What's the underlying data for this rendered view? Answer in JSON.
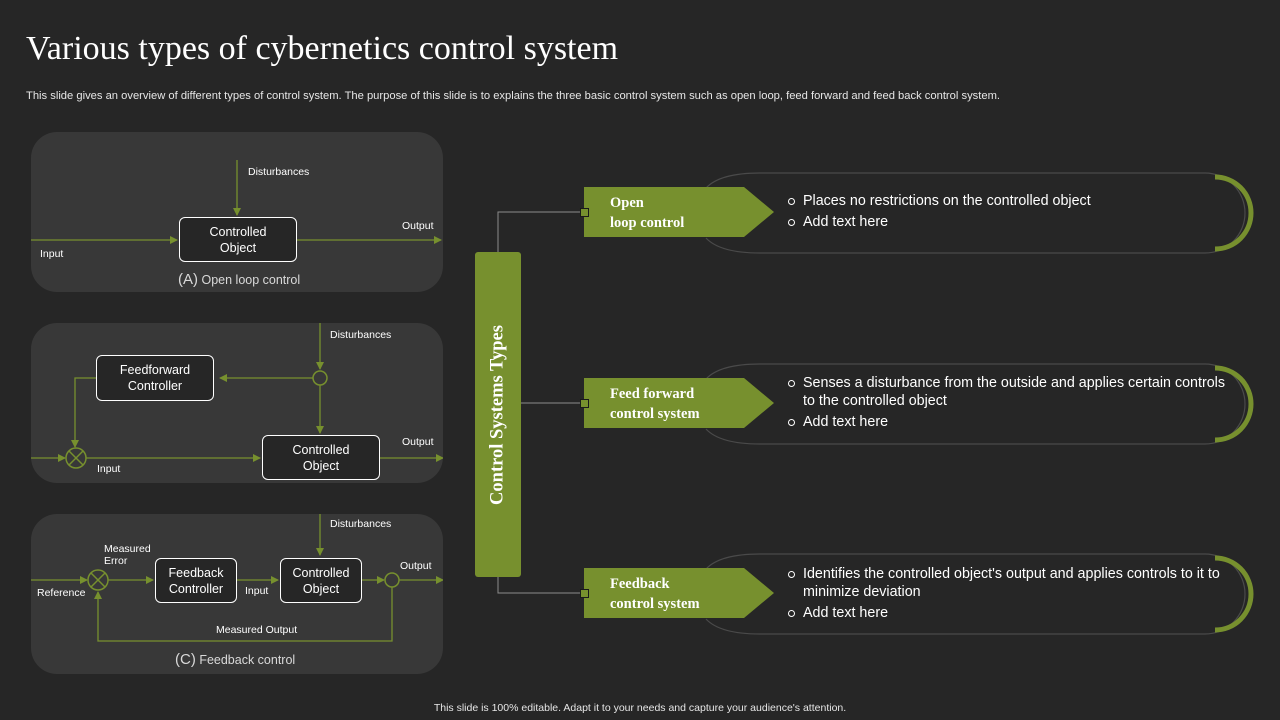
{
  "header": {
    "title": "Various types of cybernetics control system",
    "subtitle": "This slide gives an overview of different types of control system. The purpose of this slide is to explains the three basic control system such as open loop, feed forward and feed back control system."
  },
  "footer": "This slide is 100% editable. Adapt it to your needs and capture your audience's attention.",
  "colors": {
    "accent": "#77902e",
    "background": "#262626",
    "panel": "#383838"
  },
  "diagrams": {
    "open_loop": {
      "disturbances": "Disturbances",
      "box_line1": "Controlled",
      "box_line2": "Object",
      "input": "Input",
      "output": "Output",
      "caption_letter": "(A)",
      "caption_text": "Open loop control"
    },
    "feed_forward": {
      "disturbances": "Disturbances",
      "ff_line1": "Feedforward",
      "ff_line2": "Controller",
      "co_line1": "Controlled",
      "co_line2": "Object",
      "input": "Input",
      "output": "Output"
    },
    "feedback": {
      "disturbances": "Disturbances",
      "measured_error_1": "Measured",
      "measured_error_2": "Error",
      "fb_line1": "Feedback",
      "fb_line2": "Controller",
      "co_line1": "Controlled",
      "co_line2": "Object",
      "reference": "Reference",
      "input": "Input",
      "output": "Output",
      "measured_output": "Measured Output",
      "caption_letter": "(C)",
      "caption_text": "Feedback control"
    }
  },
  "center_label": "Control Systems Types",
  "types": [
    {
      "title_line1": "Open",
      "title_line2": "loop control",
      "bullets": [
        "Places no restrictions on the controlled object",
        "Add text here"
      ]
    },
    {
      "title_line1": "Feed forward",
      "title_line2": "control system",
      "bullets": [
        "Senses a disturbance from the outside and applies certain controls to the controlled object",
        "Add text here"
      ]
    },
    {
      "title_line1": "Feedback",
      "title_line2": "control system",
      "bullets": [
        "Identifies the controlled object's output and applies controls to it to minimize deviation",
        "Add text here"
      ]
    }
  ]
}
